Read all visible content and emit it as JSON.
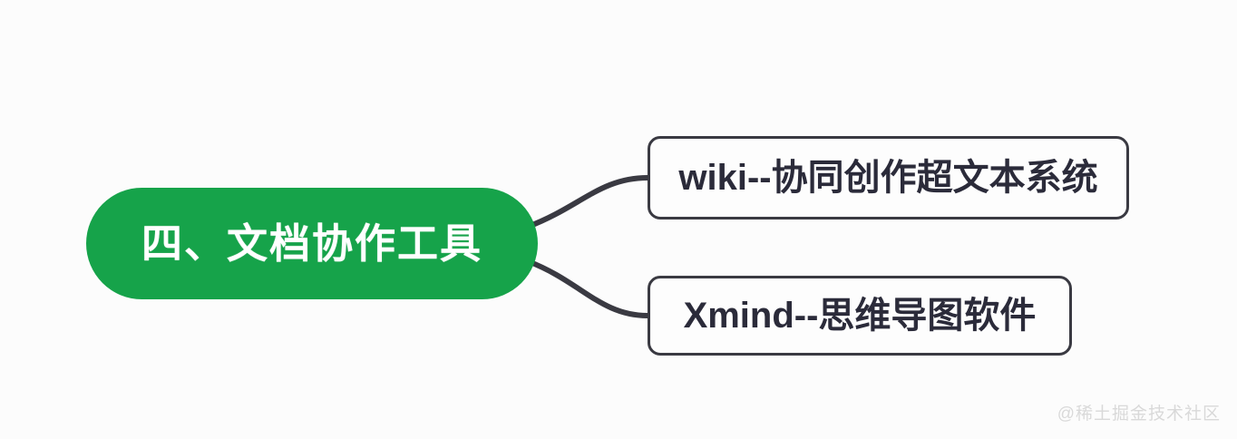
{
  "diagram": {
    "type": "mindmap",
    "background_color": "#fcfcfc",
    "root": {
      "label": "四、文档协作工具",
      "fill_color": "#16a34a",
      "text_color": "#ffffff",
      "shape": "pill"
    },
    "branches": [
      {
        "label": "wiki--协同创作超文本系统",
        "shape": "rounded-rect",
        "border_color": "#3a3a42",
        "text_color": "#2b2b3a",
        "fill_color": "#fdfdfd"
      },
      {
        "label": "Xmind--思维导图软件",
        "shape": "rounded-rect",
        "border_color": "#3a3a42",
        "text_color": "#2b2b3a",
        "fill_color": "#fdfdfd"
      }
    ],
    "connector_color": "#3a3a42"
  },
  "watermark": {
    "text": "@稀土掘金技术社区",
    "color": "#d9d9d9"
  }
}
